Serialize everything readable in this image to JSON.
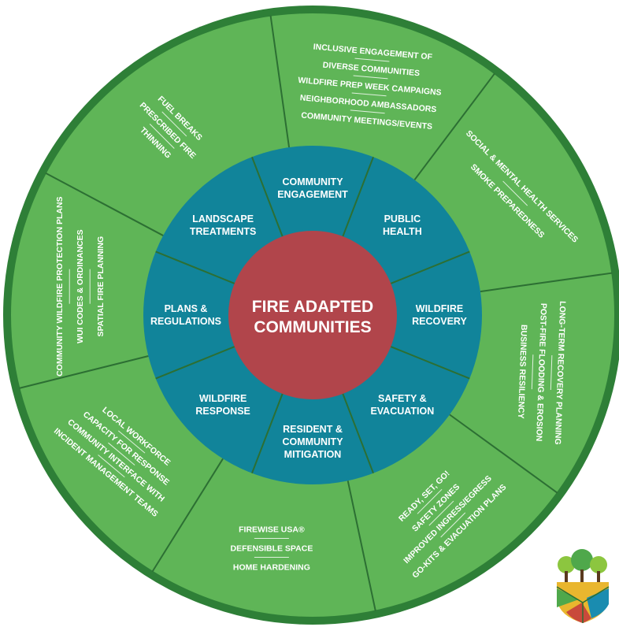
{
  "colors": {
    "outer_fill": "#5fb557",
    "outer_border": "#2e7f37",
    "middle_fill": "#11849a",
    "center_fill": "#b1454b",
    "divider": "#2c6f33",
    "text": "#ffffff"
  },
  "center": {
    "line1": "FIRE ADAPTED",
    "line2": "COMMUNITIES"
  },
  "middle_ring": [
    {
      "id": "community-engagement",
      "lines": [
        "COMMUNITY",
        "ENGAGEMENT"
      ]
    },
    {
      "id": "public-health",
      "lines": [
        "PUBLIC",
        "HEALTH"
      ]
    },
    {
      "id": "wildfire-recovery",
      "lines": [
        "WILDFIRE",
        "RECOVERY"
      ]
    },
    {
      "id": "safety-evacuation",
      "lines": [
        "SAFETY &",
        "EVACUATION"
      ]
    },
    {
      "id": "resident-community-mitigation",
      "lines": [
        "RESIDENT &",
        "COMMUNITY",
        "MITIGATION"
      ]
    },
    {
      "id": "wildfire-response",
      "lines": [
        "WILDFIRE",
        "RESPONSE"
      ]
    },
    {
      "id": "plans-regulations",
      "lines": [
        "PLANS &",
        "REGULATIONS"
      ]
    },
    {
      "id": "landscape-treatments",
      "lines": [
        "LANDSCAPE",
        "TREATMENTS"
      ]
    }
  ],
  "outer_ring": [
    {
      "id": "community-engagement-items",
      "items": [
        "INCLUSIVE ENGAGEMENT OF",
        "DIVERSE COMMUNITIES",
        "WILDFIRE PREP WEEK CAMPAIGNS",
        "NEIGHBORHOOD AMBASSADORS",
        "COMMUNITY MEETINGS/EVENTS"
      ]
    },
    {
      "id": "public-health-items",
      "items": [
        "SOCIAL & MENTAL HEALTH SERVICES",
        "SMOKE PREPAREDNESS"
      ]
    },
    {
      "id": "wildfire-recovery-items",
      "items": [
        "LONG-TERM RECOVERY PLANNING",
        "POST-FIRE FLOODING & EROSION",
        "BUSINESS RESILIENCY"
      ]
    },
    {
      "id": "safety-evacuation-items",
      "items": [
        "READY, SET, GO!",
        "SAFETY ZONES",
        "IMPROVED INGRESS/EGRESS",
        "GO-KITS & EVACUATION PLANS"
      ]
    },
    {
      "id": "resident-community-mitigation-items",
      "items": [
        "FIREWISE USA®",
        "DEFENSIBLE SPACE",
        "HOME HARDENING"
      ]
    },
    {
      "id": "wildfire-response-items",
      "items": [
        "LOCAL WORKFORCE",
        "CAPACITY FOR RESPONSE",
        "COMMUNITY INTERFACE WITH",
        "INCIDENT MANAGEMENT TEAMS"
      ]
    },
    {
      "id": "plans-regulations-items",
      "items": [
        "COMMUNITY WILDFIRE PROTECTION PLANS",
        "WUI CODES & ORDINANCES",
        "SPATIAL FIRE PLANNING"
      ]
    },
    {
      "id": "landscape-treatments-items",
      "items": [
        "FUEL BREAKS",
        "PRESCRIBED FIRE",
        "THINNING"
      ]
    }
  ],
  "logo": {
    "icon": "fire-adapted-trees-logo"
  }
}
